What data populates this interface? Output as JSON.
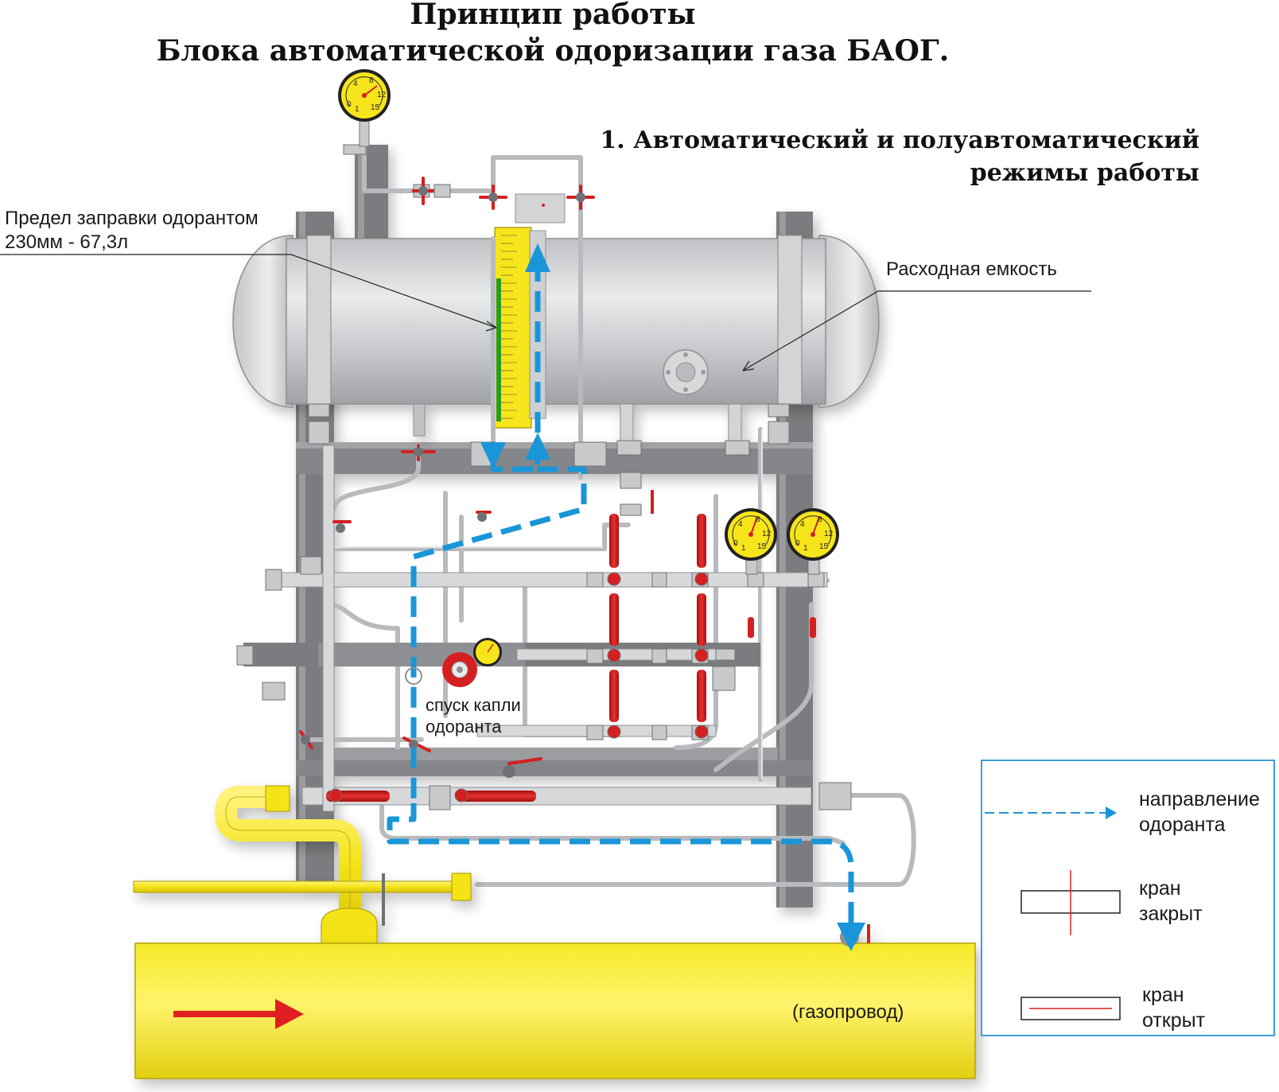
{
  "title": {
    "line1": "Принцип работы",
    "line2": "Блока автоматической одоризации газа БАОГ."
  },
  "mode": {
    "line1": "1. Автоматический и полуавтоматический",
    "line2": "режимы работы"
  },
  "labels": {
    "fill_limit_line1": "Предел заправки одорантом",
    "fill_limit_line2": "230мм - 67,3л",
    "tank": "Расходная емкость",
    "drop_line1": "спуск капли",
    "drop_line2": "одоранта",
    "pipeline": "(газопровод)"
  },
  "legend": {
    "direction_line1": "направление",
    "direction_line2": "одоранта",
    "closed_line1": "кран",
    "closed_line2": "закрыт",
    "open_line1": "кран",
    "open_line2": "открыт"
  },
  "gauge_scale": [
    "0",
    "1",
    "4",
    "8",
    "12",
    "15"
  ],
  "colors": {
    "odorant_flow": "#1a96d8",
    "valve_handle": "#d42020",
    "gas_pipe": "#f5e81a",
    "steel": "#c9cacc",
    "frame": "#7b7c80",
    "legend_border": "#3aa0d8"
  }
}
